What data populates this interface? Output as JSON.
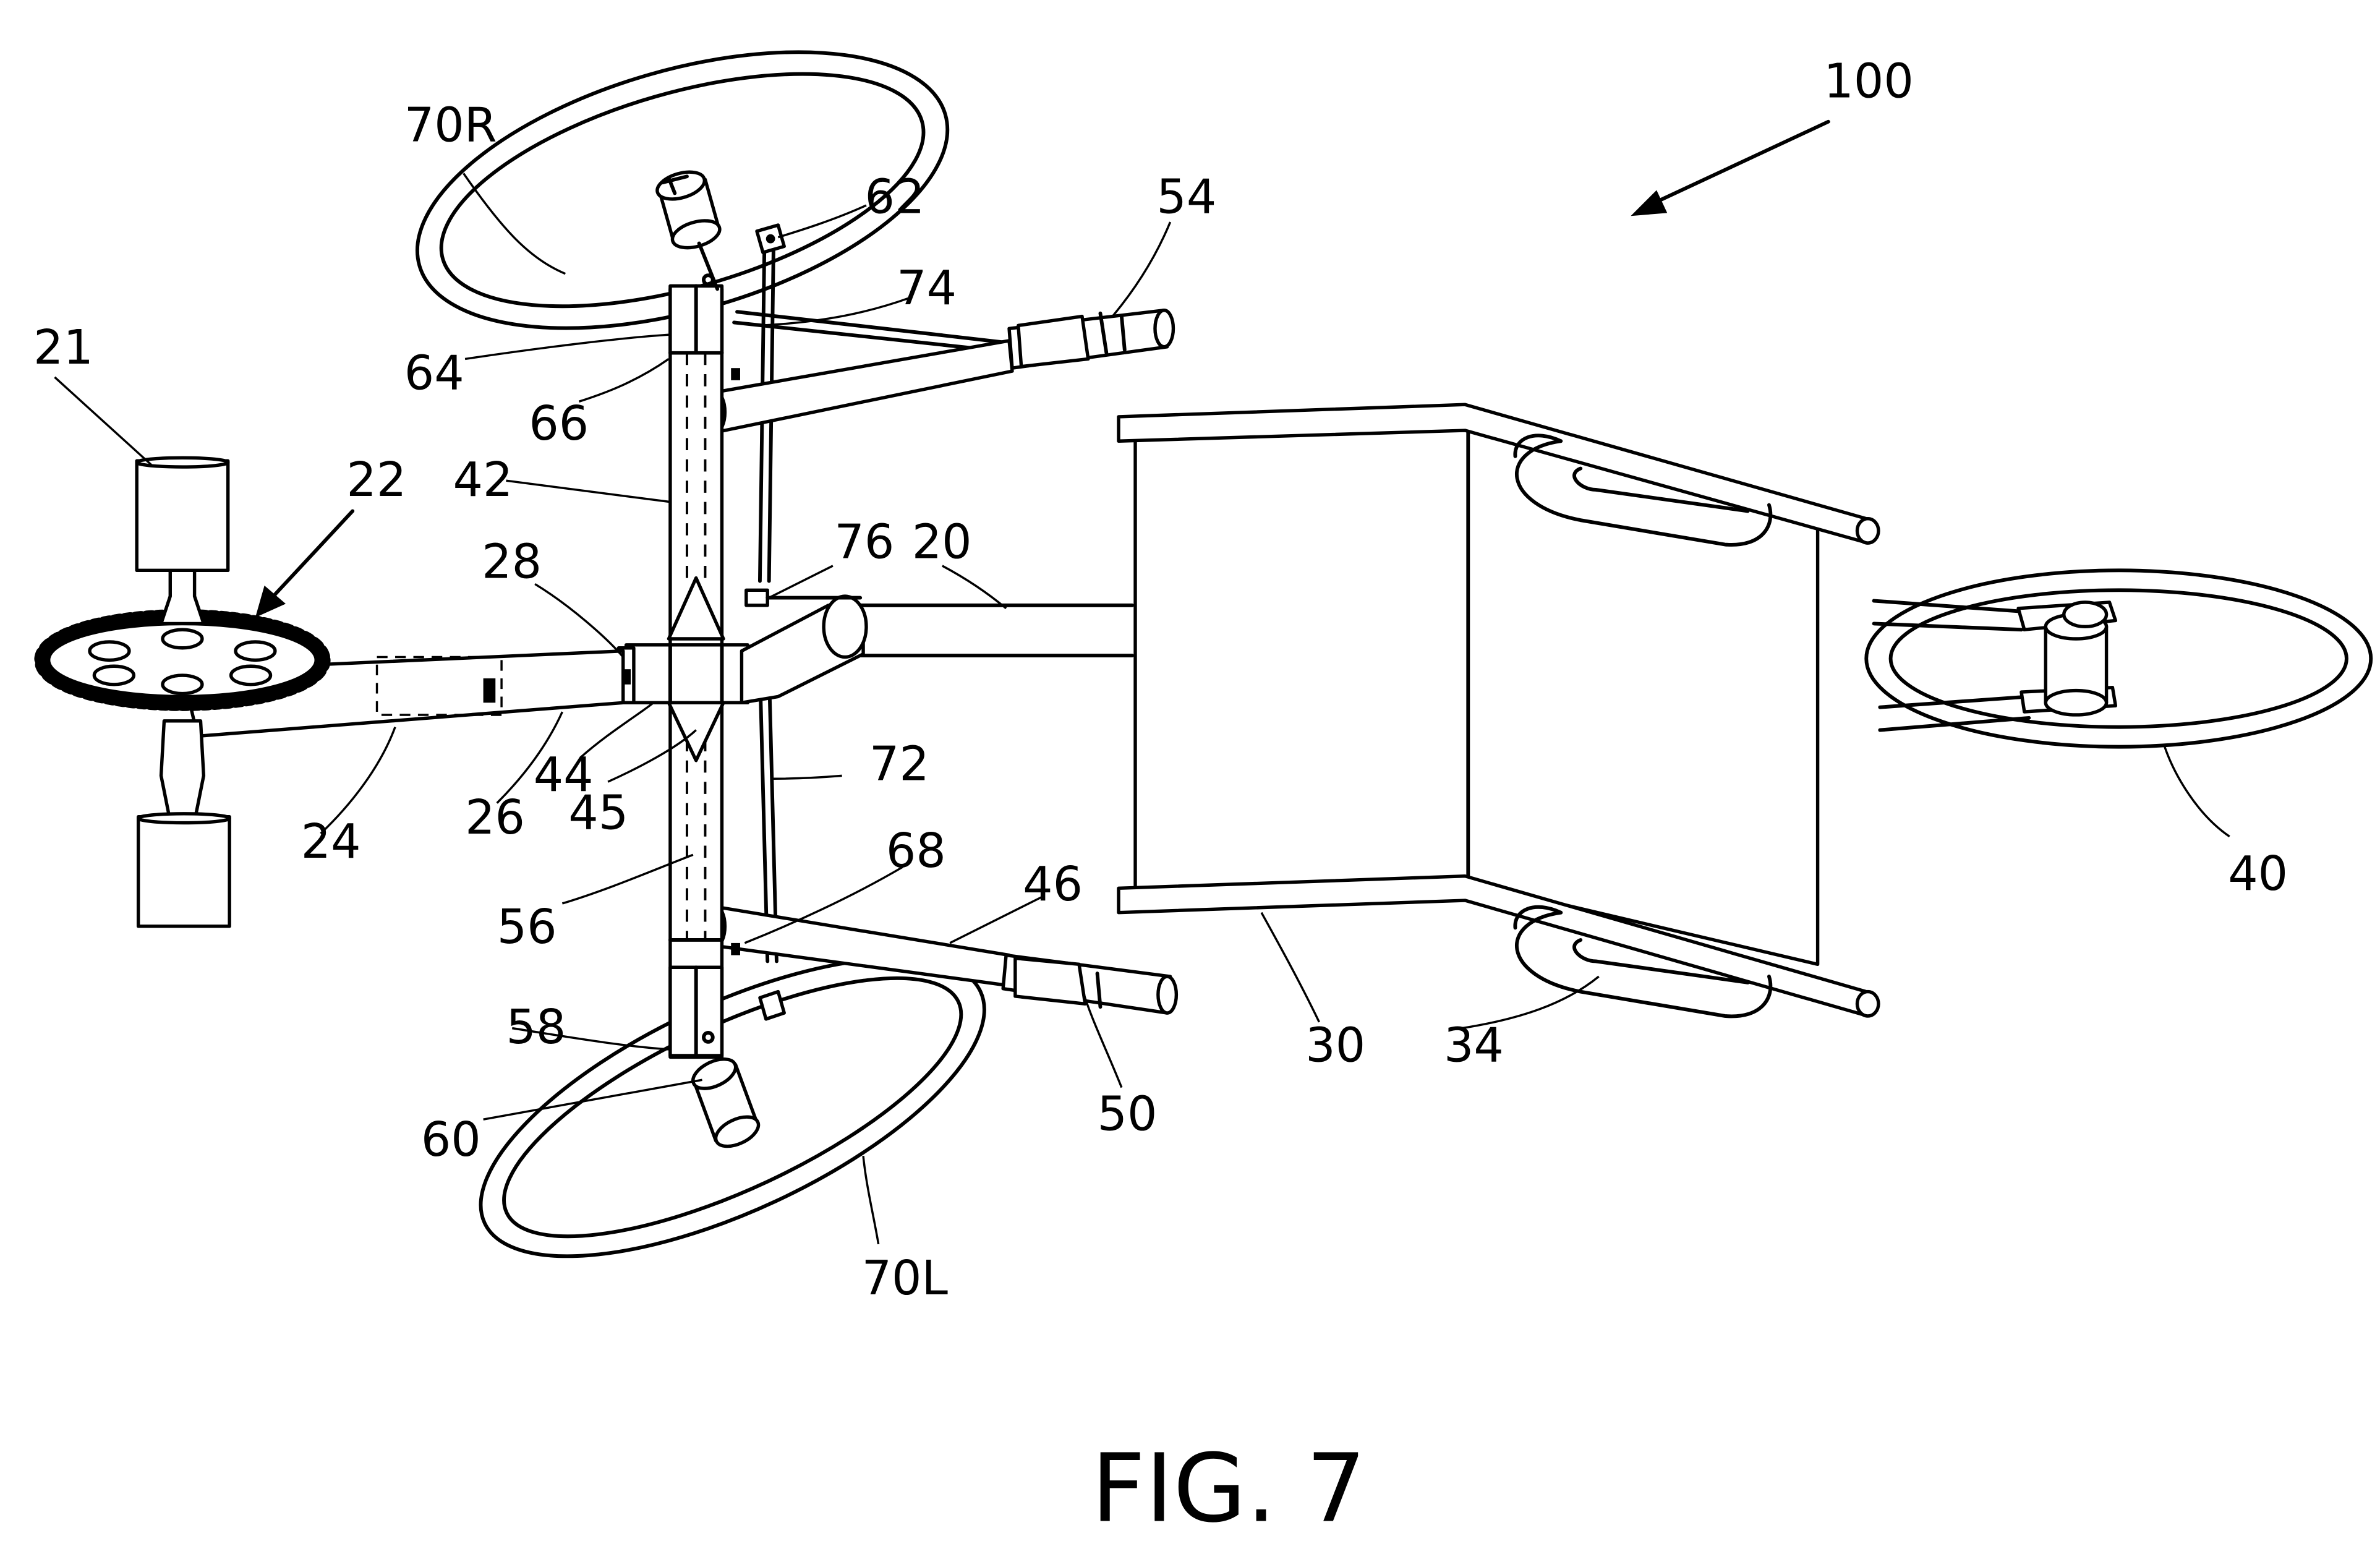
{
  "caption": "FIG. 7",
  "labels": {
    "l100": "100",
    "l70R": "70R",
    "l62": "62",
    "l54": "54",
    "l74": "74",
    "l64": "64",
    "l66": "66",
    "l21": "21",
    "l22": "22",
    "l42": "42",
    "l76": "76",
    "l20": "20",
    "l28": "28",
    "l44": "44",
    "l45": "45",
    "l72": "72",
    "l24": "24",
    "l26": "26",
    "l68": "68",
    "l46": "46",
    "l56": "56",
    "l40": "40",
    "l58": "58",
    "l60": "60",
    "l50": "50",
    "l30": "30",
    "l34": "34",
    "l70L": "70L"
  }
}
